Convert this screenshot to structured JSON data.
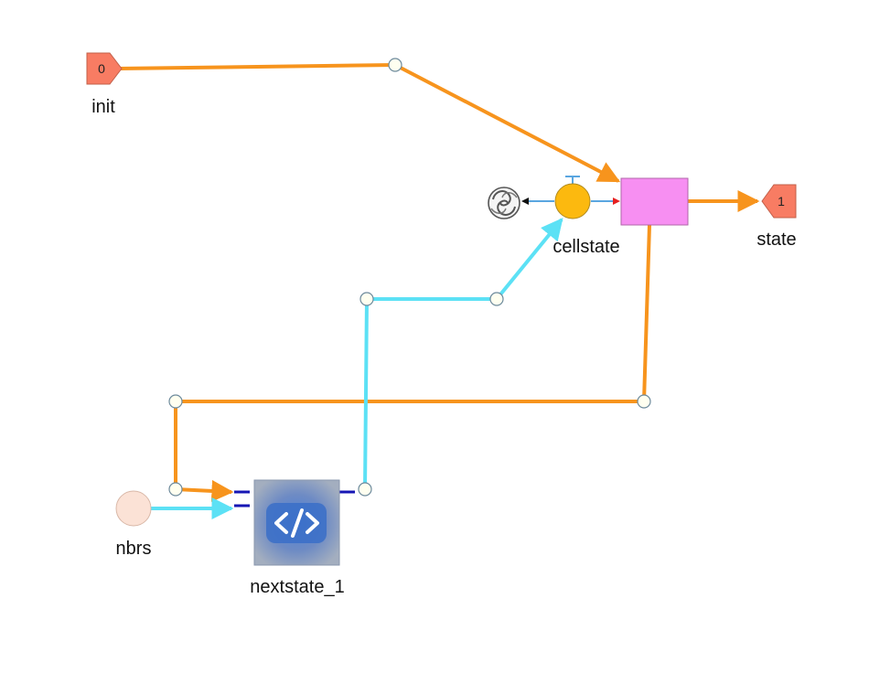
{
  "colors": {
    "orange_wire": "#f7941d",
    "cyan_wire": "#5ce1f5",
    "port_fill": "#f87c63",
    "port_stroke": "#c2604a",
    "waypoint_fill": "#fffff0",
    "waypoint_stroke": "#6d8a9c",
    "pink_block": "#f78ff2",
    "cellstate_fill": "#fcb90f",
    "nbrs_fill": "#fbe2d6",
    "code_block": "#7e90b5",
    "port_bar": "#1616b4"
  },
  "blocks": {
    "init": {
      "label": "init",
      "port_number": "0",
      "icon": "inport-shape"
    },
    "state": {
      "label": "state",
      "port_number": "1",
      "icon": "outport-shape"
    },
    "cellstate": {
      "label": "cellstate",
      "icon": "store-circle"
    },
    "nbrs": {
      "label": "nbrs",
      "icon": "input-circle"
    },
    "nextstate": {
      "label": "nextstate_1",
      "icon": "code-icon"
    },
    "pink_block": {
      "icon": "pink-rectangle"
    },
    "sink": {
      "icon": "terminator-swirl-icon"
    }
  }
}
